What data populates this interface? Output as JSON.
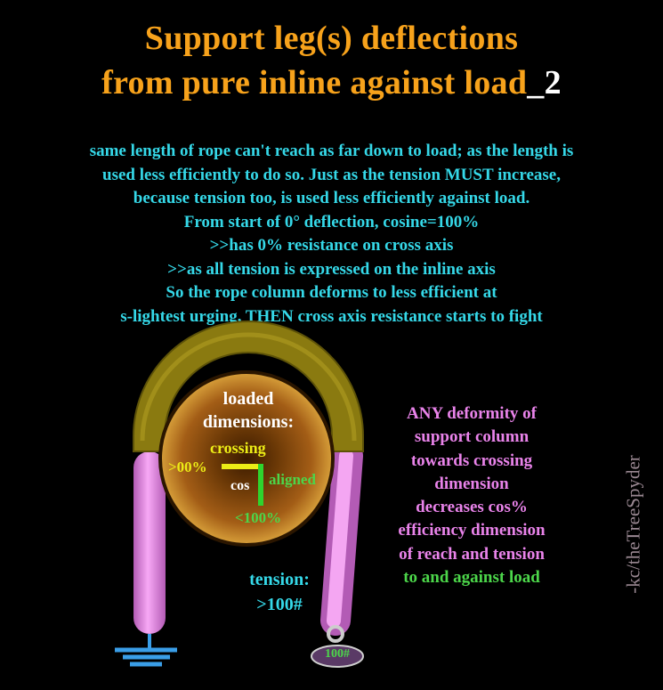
{
  "title": {
    "line1": "Support leg(s) deflections",
    "line2_prefix": "from pure inline against load",
    "line2_suffix": "_2"
  },
  "description": [
    "same length of rope can't reach as far down to load; as the length is",
    "used less efficiently to do so.   Just as the tension MUST increase,",
    "because tension too, is used less efficiently against load.",
    "From start of 0° deflection, cosine=100%",
    ">>has 0% resistance on cross axis",
    ">>as all tension is expressed on the inline axis",
    "So the rope column deforms to less efficient at",
    "s-lightest urging, THEN cross axis resistance starts to fight"
  ],
  "circle": {
    "heading_line1": "loaded",
    "heading_line2": "dimensions:",
    "crossing_label": "crossing",
    "crossing_value": ">00%",
    "aligned_label": "aligned",
    "cos_label": "cos",
    "aligned_value": "<100%"
  },
  "tension": {
    "label": "tension:",
    "value": ">100#"
  },
  "load": {
    "value": "100#"
  },
  "side_note": {
    "lines": [
      "ANY deformity of",
      "support column",
      "towards crossing",
      "dimension",
      "decreases cos%",
      "efficiency  dimension",
      "of reach and tension"
    ],
    "last_line": "to and against load"
  },
  "signature": "-kc/theTreeSpyder",
  "colors": {
    "title": "#f7a21b",
    "description": "#35d8e8",
    "side_note": "#e983ea",
    "green": "#4cd64a",
    "crossing": "#ecec16",
    "rope_arch": "#8a7a10",
    "rope_leg": "#e88ae8",
    "circle": "#b86a1c"
  },
  "icons": [
    "ground-icon",
    "load-ring-icon"
  ]
}
